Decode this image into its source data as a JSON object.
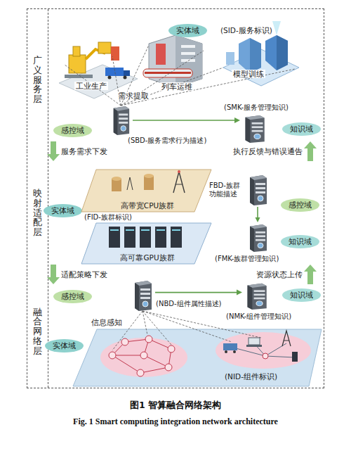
{
  "diagram": {
    "caption": "图1 智算融合网络架构",
    "nodes": [
      {
        "text": [
          "广义服务层"
        ]
      },
      {
        "text": [
          "映射适配层"
        ]
      },
      {
        "text": [
          "融合网络层"
        ]
      },
      {
        "text": [
          "实体域"
        ],
        "in": 0
      },
      {
        "text": [
          "感控域"
        ],
        "in": 0
      },
      {
        "text": [
          "知识域"
        ],
        "in": 0
      },
      {
        "text": [
          "(SBD-服务需求行为描述)"
        ],
        "in": 0
      },
      {
        "text": [
          "(SMK-服务管理知识)"
        ],
        "in": 0
      },
      {
        "text": [
          "实体域"
        ],
        "in": 1
      },
      {
        "text": [
          "高带宽CPU族群"
        ],
        "in": 1
      },
      {
        "text": [
          "高可靠GPU族群"
        ],
        "in": 1
      },
      {
        "text": [
          "FBD-族群功能描述"
        ],
        "in": 1
      },
      {
        "text": [
          "感控域"
        ],
        "in": 1
      },
      {
        "text": [
          "(FMK-族群管理知识)"
        ],
        "in": 1
      },
      {
        "text": [
          "知识域"
        ],
        "in": 1
      },
      {
        "text": [
          "感控域"
        ],
        "in": 2
      },
      {
        "text": [
          "(NBD-组件属性描述)"
        ],
        "in": 2
      },
      {
        "text": [
          "(NMK-组件管理知识)"
        ],
        "in": 2
      },
      {
        "text": [
          "知识域"
        ],
        "in": 2
      },
      {
        "text": [
          "实体域"
        ],
        "in": 2
      }
    ],
    "edges": [
      {
        "from": 0,
        "to": 1,
        "arrow": "to",
        "label": "服务需求下发"
      },
      {
        "from": 6,
        "to": 7,
        "arrow": "to"
      },
      {
        "from": 1,
        "to": 0,
        "arrow": "to",
        "label": "执行反馈与错误通告"
      },
      {
        "from": 11,
        "to": 13,
        "arrow": "to"
      },
      {
        "from": 1,
        "to": 2,
        "arrow": "to",
        "label": "适配策略下发"
      },
      {
        "from": 2,
        "to": 1,
        "arrow": "to",
        "label": "资源状态上传"
      },
      {
        "from": 16,
        "to": 17,
        "arrow": "to"
      }
    ],
    "labels": [
      "工业生产",
      "列车运维",
      "模型训练",
      "需求提取",
      "(SID-服务标识)",
      "(FID-族群标识)",
      "信息感知",
      "(NID-组件标识)",
      "Fig. 1 Smart computing integration network architecture"
    ]
  }
}
